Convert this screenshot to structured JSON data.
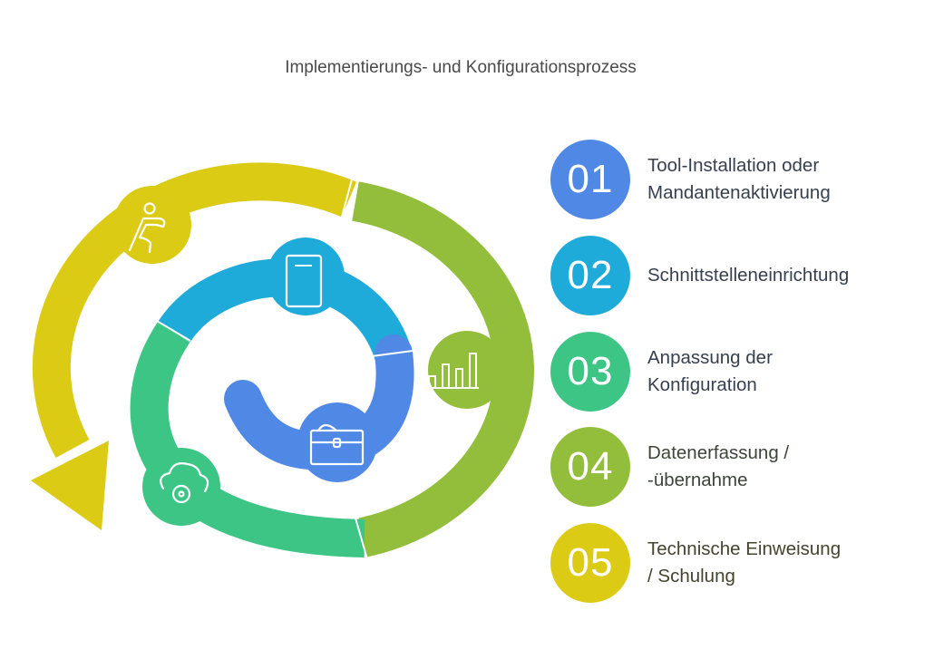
{
  "title": "Implementierungs- und Konfigurationsprozess",
  "steps": [
    {
      "number": "01",
      "line1": "Tool-Installation oder",
      "line2": "Mandantenaktivierung",
      "color": "#4F88E5",
      "icon": "briefcase-icon"
    },
    {
      "number": "02",
      "line1": "Schnittstelleneinrichtung",
      "line2": "",
      "color": "#1FABD9",
      "icon": "tablet-icon"
    },
    {
      "number": "03",
      "line1": "Anpassung der",
      "line2": "Konfiguration",
      "color": "#3CC584",
      "icon": "cloud-gear-icon"
    },
    {
      "number": "04",
      "line1": "Datenerfassung /",
      "line2": "-übernahme",
      "color": "#93BE3B",
      "icon": "bar-chart-icon"
    },
    {
      "number": "05",
      "line1": "Technische Einweisung",
      "line2": "/ Schulung",
      "color": "#DCCB15",
      "icon": "person-training-icon"
    }
  ]
}
